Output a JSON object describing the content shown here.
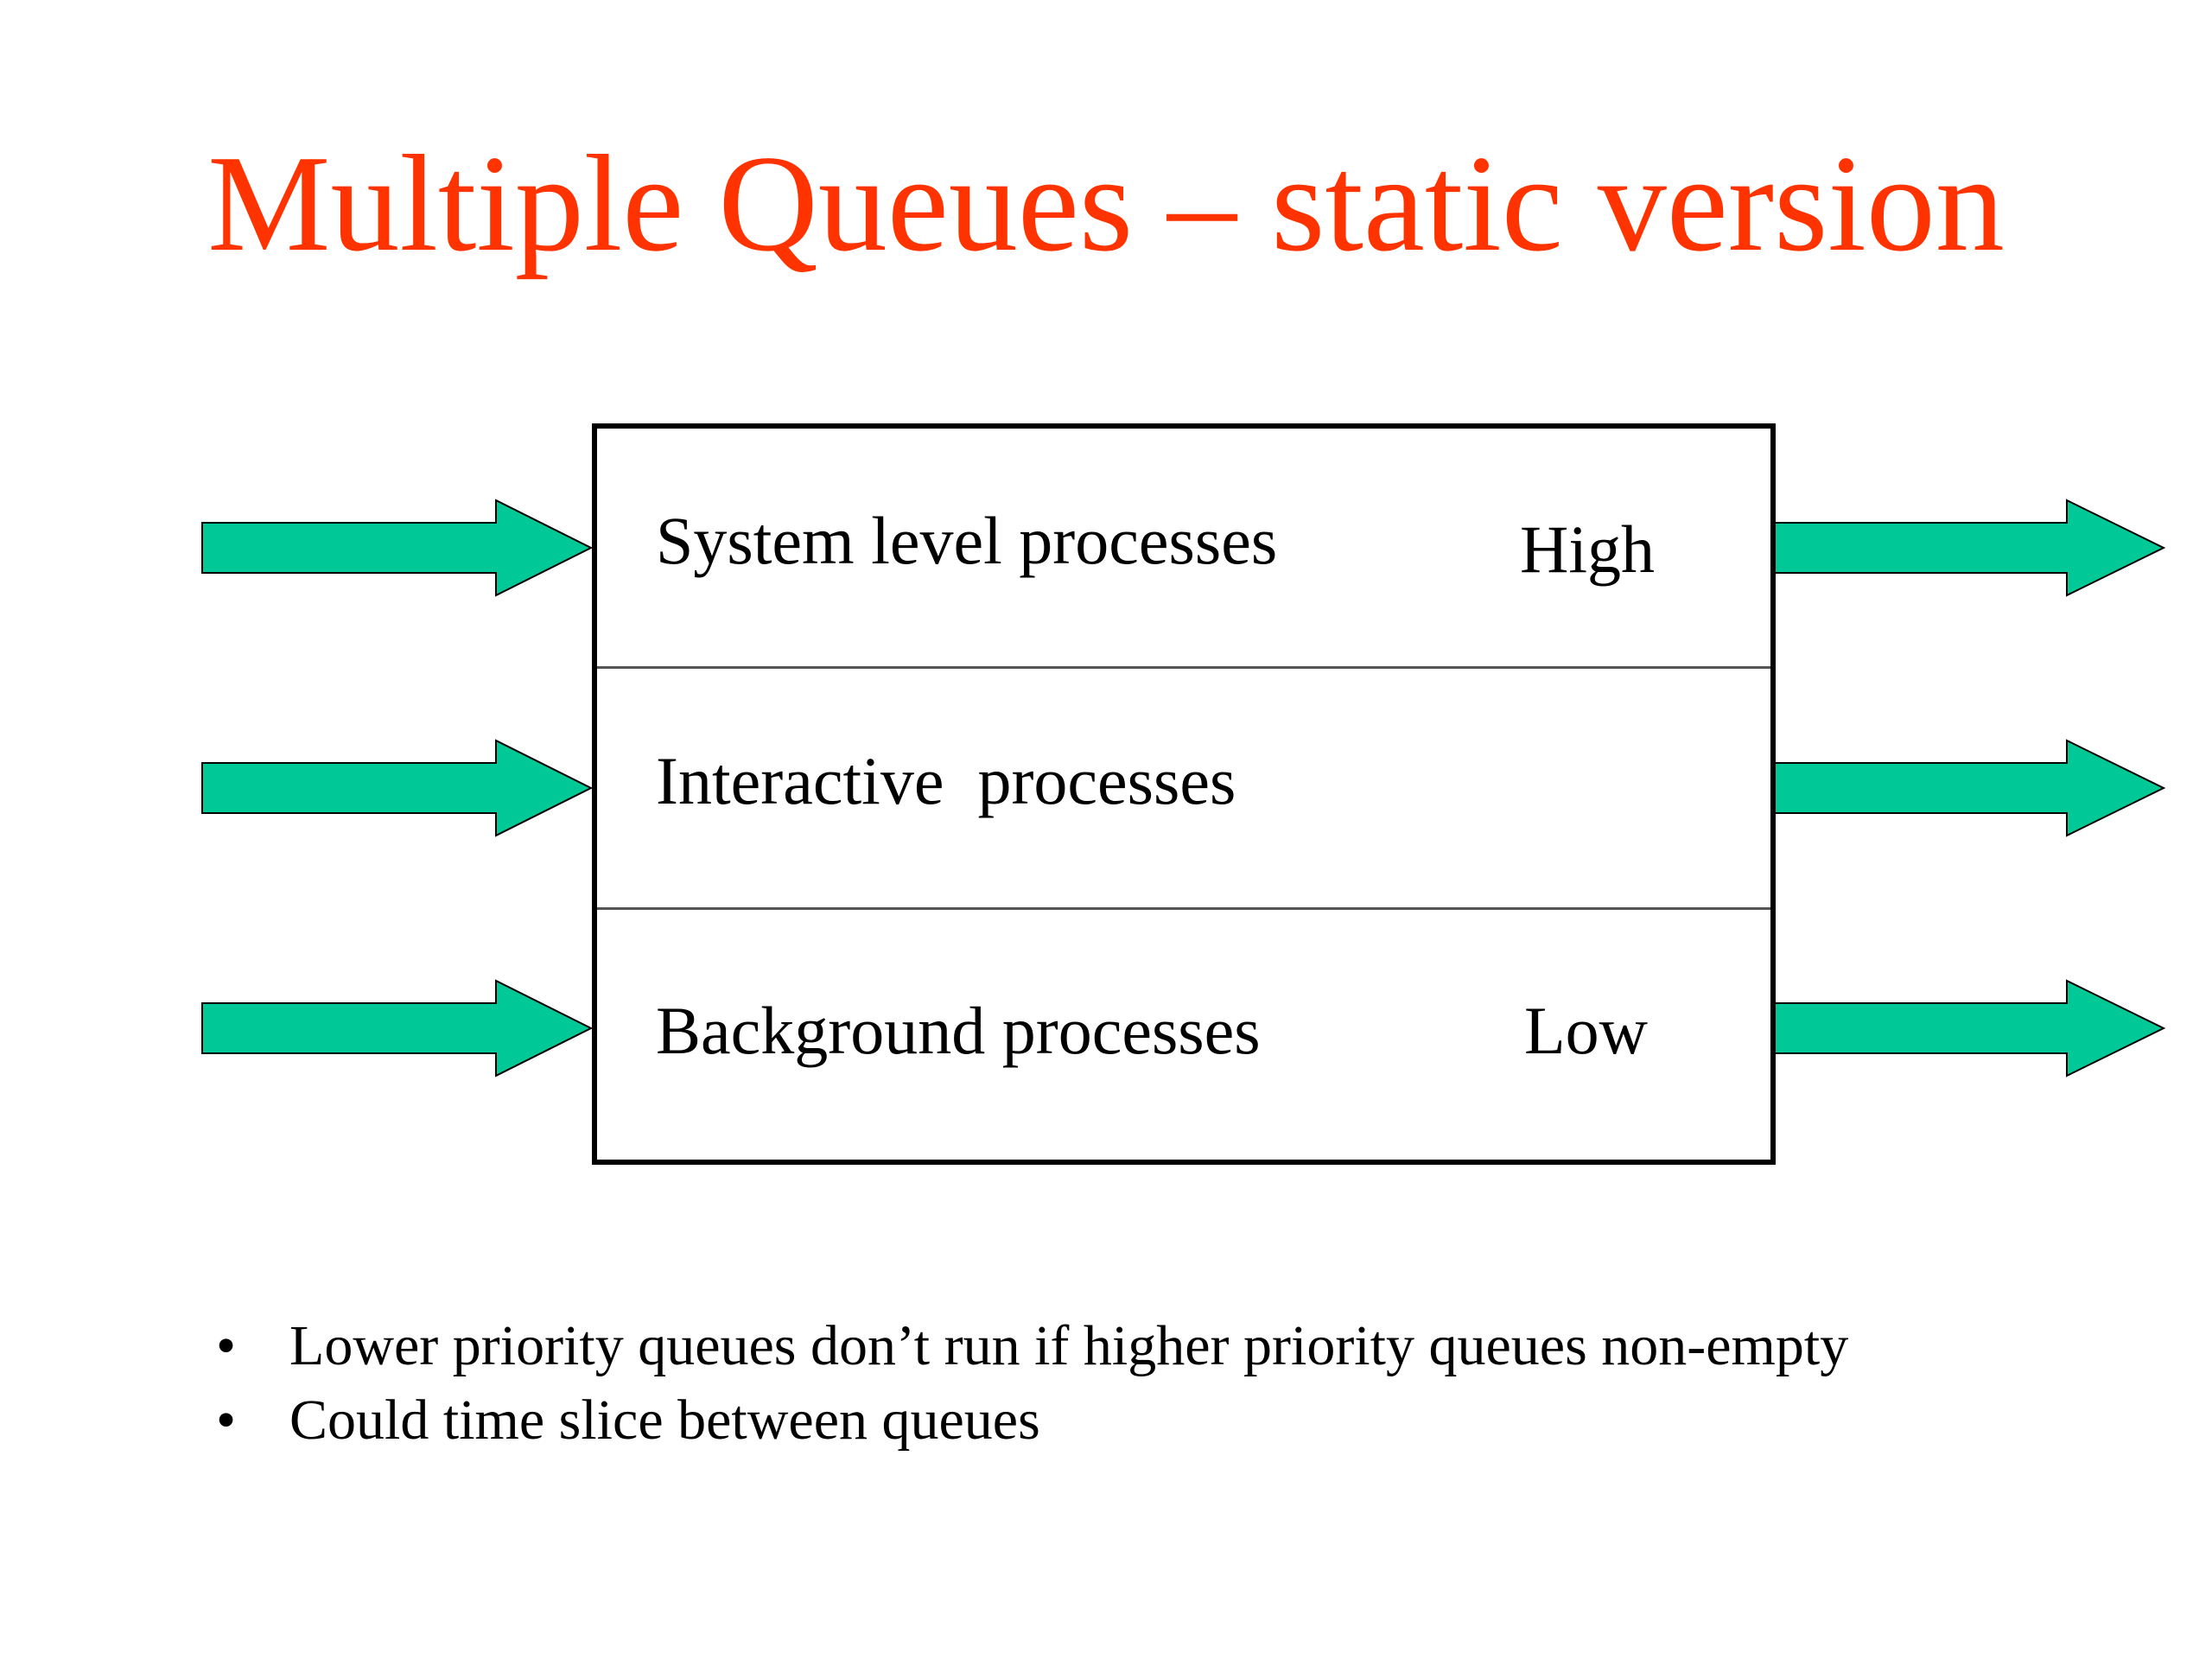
{
  "slide": {
    "title": "Multiple Queues – static version",
    "title_color": "#ff3300"
  },
  "queues": [
    {
      "label": "System level processes",
      "priority": "High"
    },
    {
      "label": "Interactive  processes",
      "priority": ""
    },
    {
      "label": "Background processes",
      "priority": "Low"
    }
  ],
  "arrows": {
    "fill_color": "#00c896",
    "icon": "block-arrow-right"
  },
  "bullets": [
    "Lower priority queues don’t run if higher priority queues non-empty",
    "Could time slice between queues"
  ],
  "bullet_glyph": "•"
}
